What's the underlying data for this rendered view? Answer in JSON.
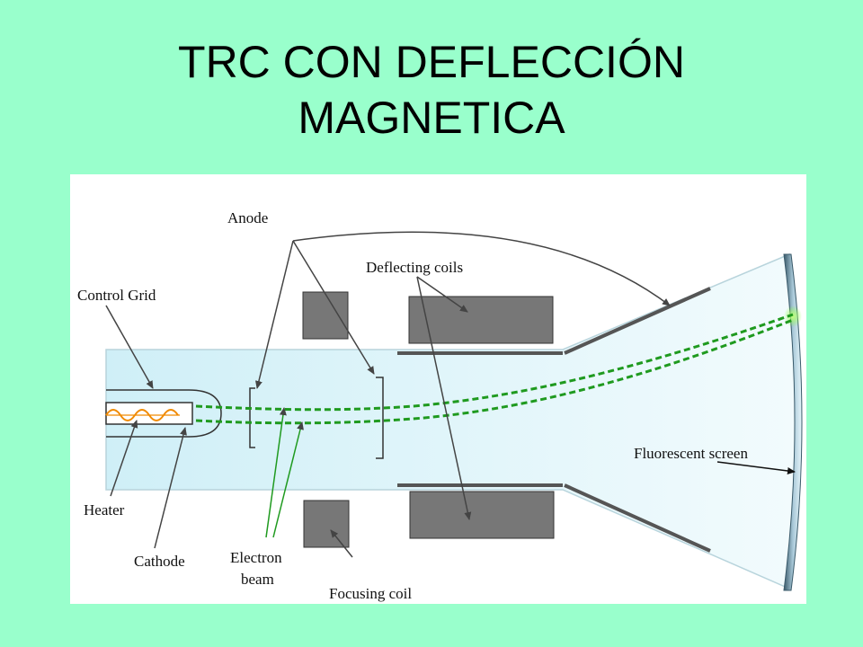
{
  "slide": {
    "title_line1": "TRC CON DEFLECCIÓN",
    "title_line2": "MAGNETICA",
    "background_color": "#99ffcc"
  },
  "diagram": {
    "labels": {
      "anode": "Anode",
      "deflecting_coils": "Deflecting coils",
      "control_grid": "Control Grid",
      "fluorescent_screen": "Fluorescent screen",
      "heater": "Heater",
      "cathode": "Cathode",
      "electron_beam_line1": "Electron",
      "electron_beam_line2": "beam",
      "focusing_coil": "Focusing coil"
    },
    "colors": {
      "tube_fill": "#dff6fb",
      "coil_fill": "#777777",
      "beam": "#1f9a1f",
      "heater_wave": "#f08a00",
      "screen_glow": "#7dff3a"
    }
  }
}
